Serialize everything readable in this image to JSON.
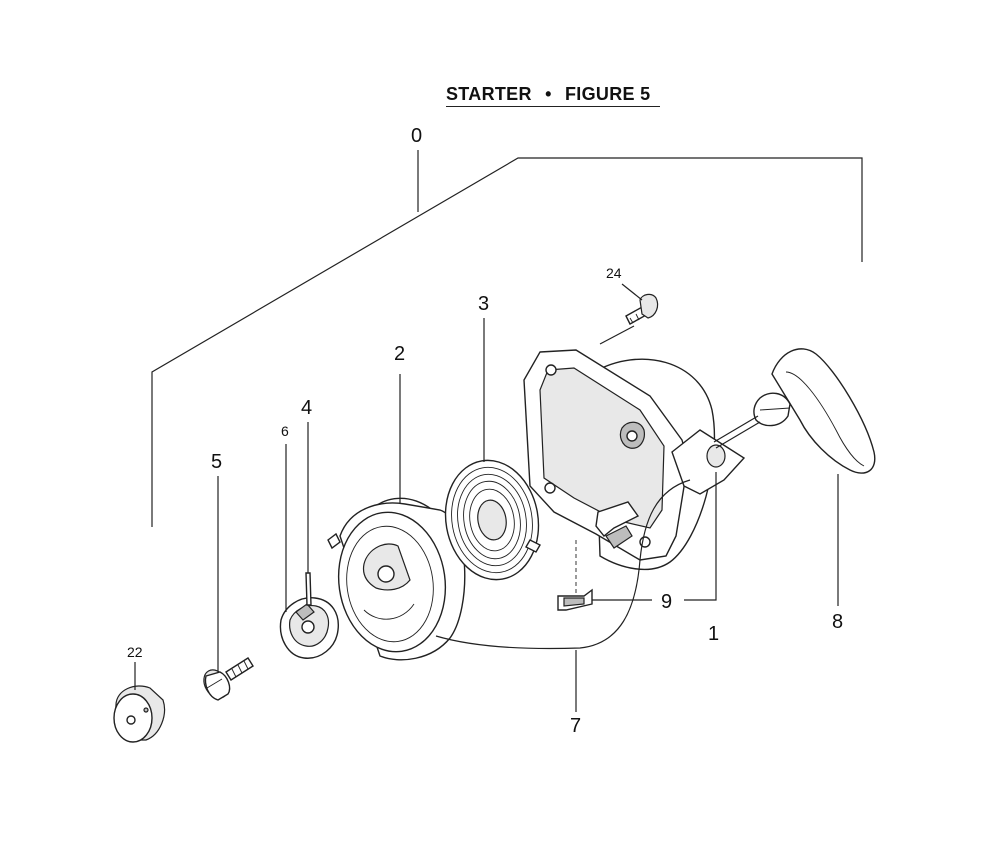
{
  "title": {
    "main": "STARTER",
    "separator": "•",
    "figure": "FIGURE 5"
  },
  "callouts": {
    "c0": "0",
    "c1": "1",
    "c2": "2",
    "c3": "3",
    "c4": "4",
    "c5": "5",
    "c6": "6",
    "c7": "7",
    "c8": "8",
    "c9": "9",
    "c22": "22",
    "c24": "24"
  }
}
